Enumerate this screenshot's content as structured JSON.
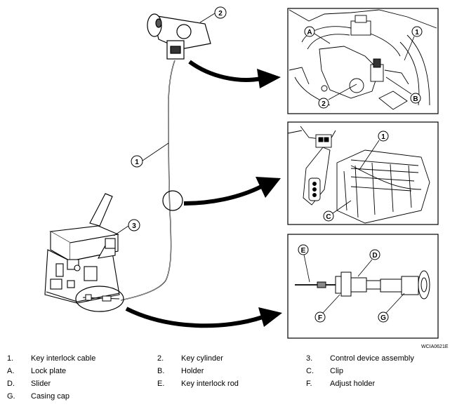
{
  "callouts": {
    "c1": "1",
    "c2": "2",
    "c3": "3",
    "cA": "A",
    "cB": "B",
    "cC": "C",
    "cD": "D",
    "cE": "E",
    "cF": "F",
    "cG": "G"
  },
  "figure_id": "WCIA0621E",
  "legend": [
    {
      "code": "1.",
      "label": "Key interlock cable"
    },
    {
      "code": "2.",
      "label": "Key cylinder"
    },
    {
      "code": "3.",
      "label": "Control device assembly"
    },
    {
      "code": "A.",
      "label": "Lock plate"
    },
    {
      "code": "B.",
      "label": "Holder"
    },
    {
      "code": "C.",
      "label": "Clip"
    },
    {
      "code": "D.",
      "label": "Slider"
    },
    {
      "code": "E.",
      "label": "Key interlock rod"
    },
    {
      "code": "F.",
      "label": "Adjust holder"
    },
    {
      "code": "G.",
      "label": "Casing cap"
    }
  ]
}
